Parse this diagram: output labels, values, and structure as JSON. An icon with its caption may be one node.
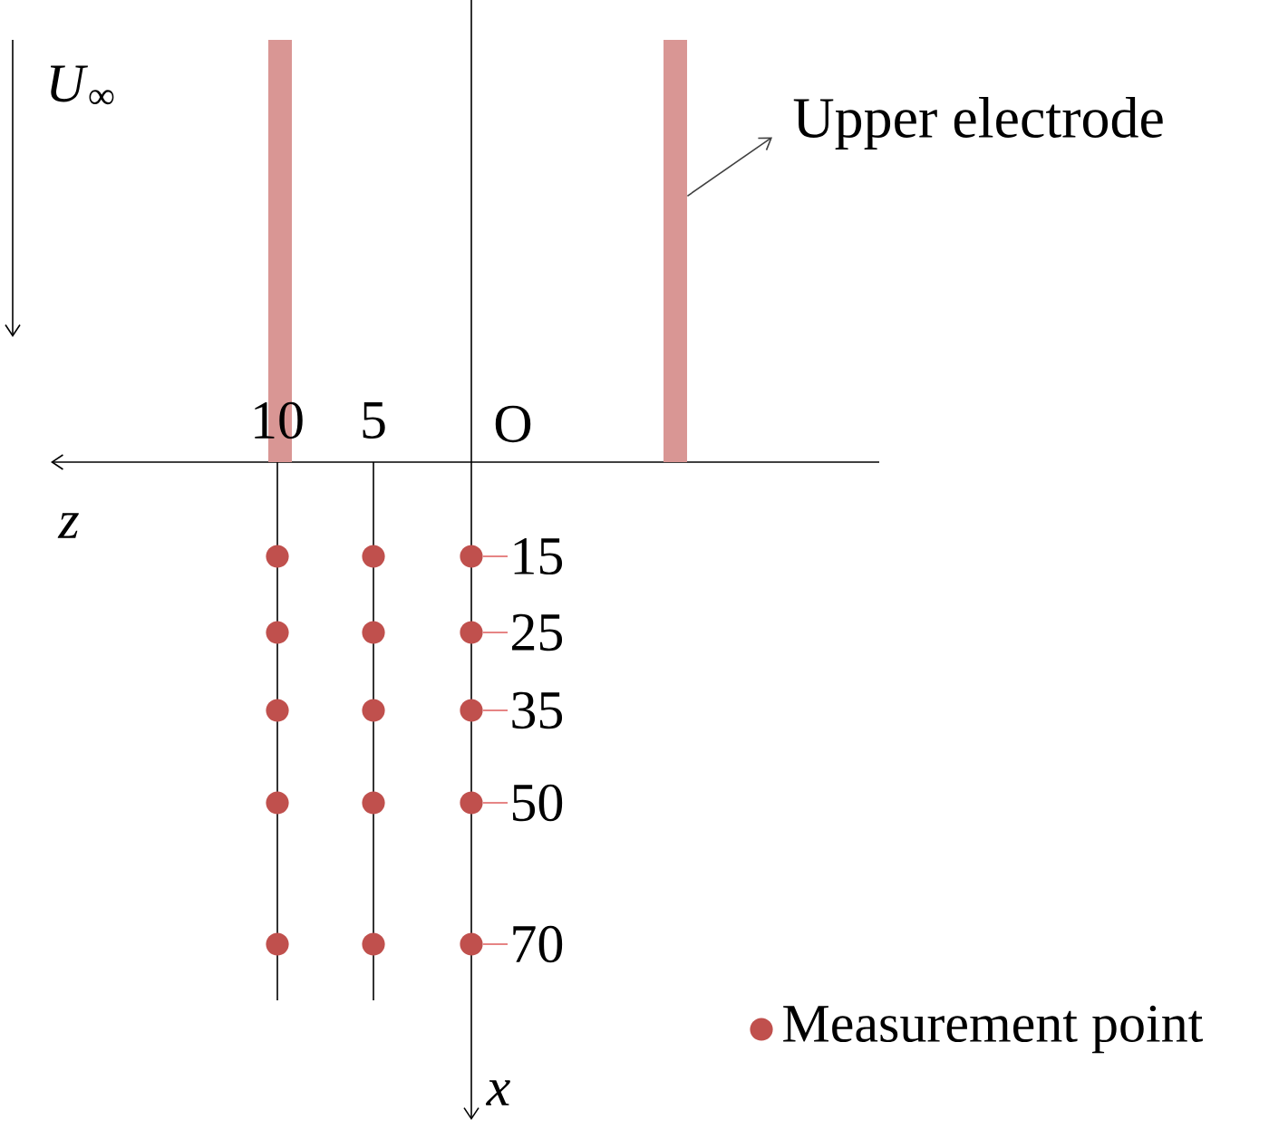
{
  "diagram": {
    "nodes": [
      {
        "text": [],
        "shape": "bar"
      },
      {
        "text": [],
        "shape": "bar"
      },
      {
        "text": [
          "Upper electrode"
        ]
      },
      {
        "text": [],
        "shape": "circle"
      },
      {
        "text": [],
        "shape": "circle"
      },
      {
        "text": [],
        "shape": "circle"
      },
      {
        "text": [],
        "shape": "circle"
      },
      {
        "text": [],
        "shape": "circle"
      },
      {
        "text": [
          "15"
        ]
      },
      {
        "text": [
          "25"
        ]
      },
      {
        "text": [
          "35"
        ]
      },
      {
        "text": [
          "50"
        ]
      },
      {
        "text": [
          "70"
        ]
      },
      {
        "text": [],
        "shape": "circle"
      },
      {
        "text": [],
        "shape": "circle"
      },
      {
        "text": [],
        "shape": "circle"
      },
      {
        "text": [],
        "shape": "circle"
      },
      {
        "text": [],
        "shape": "circle"
      },
      {
        "text": [],
        "shape": "circle"
      },
      {
        "text": [],
        "shape": "circle"
      },
      {
        "text": [],
        "shape": "circle"
      },
      {
        "text": [],
        "shape": "circle"
      },
      {
        "text": [],
        "shape": "circle"
      }
    ],
    "edges": [
      {
        "from": 1,
        "to": 2,
        "arrow": "to",
        "color": "#404040"
      },
      {
        "from": 8,
        "to": 3,
        "arrow": "none"
      },
      {
        "from": 9,
        "to": 4,
        "arrow": "none"
      },
      {
        "from": 10,
        "to": 5,
        "arrow": "none"
      },
      {
        "from": 11,
        "to": 6,
        "arrow": "none"
      },
      {
        "from": 12,
        "to": 7,
        "arrow": "none"
      }
    ],
    "labels": [
      "*U*$_{∞}$",
      "10",
      "5",
      "O",
      "z",
      "x"
    ],
    "legend": [
      {
        "text": "Measurement point"
      }
    ]
  }
}
